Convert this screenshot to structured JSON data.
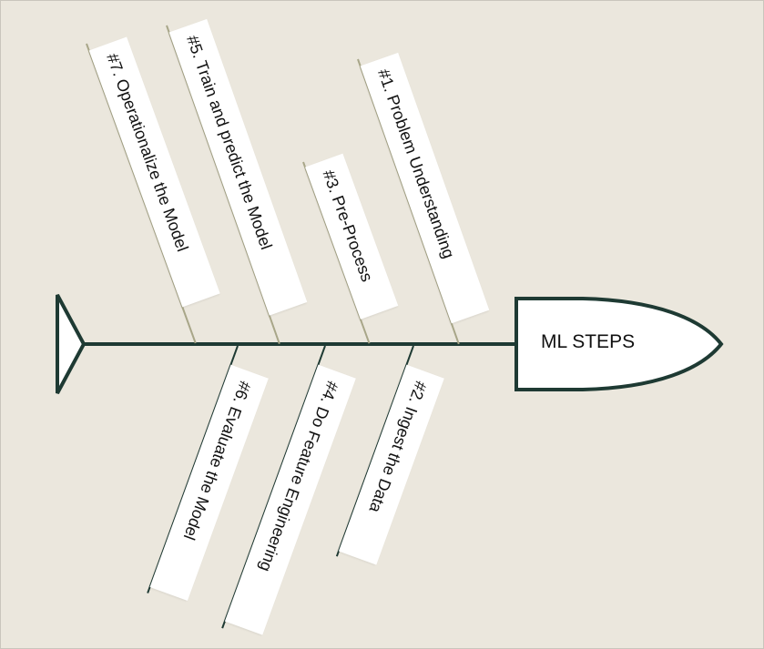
{
  "title": "ML STEPS",
  "steps": {
    "s1": "#1. Problem Understanding",
    "s2": "#2. Ingest the Data",
    "s3": "#3. Pre-Process",
    "s4": "#4. Do Feature Engineering",
    "s5": "#5. Train and predict the Model",
    "s6": "#6. Evaluate the Model",
    "s7": "#7. Operationalize the Model"
  },
  "colors": {
    "spine": "#1e3a33",
    "background": "#ebe7dd",
    "box": "#ffffff"
  }
}
